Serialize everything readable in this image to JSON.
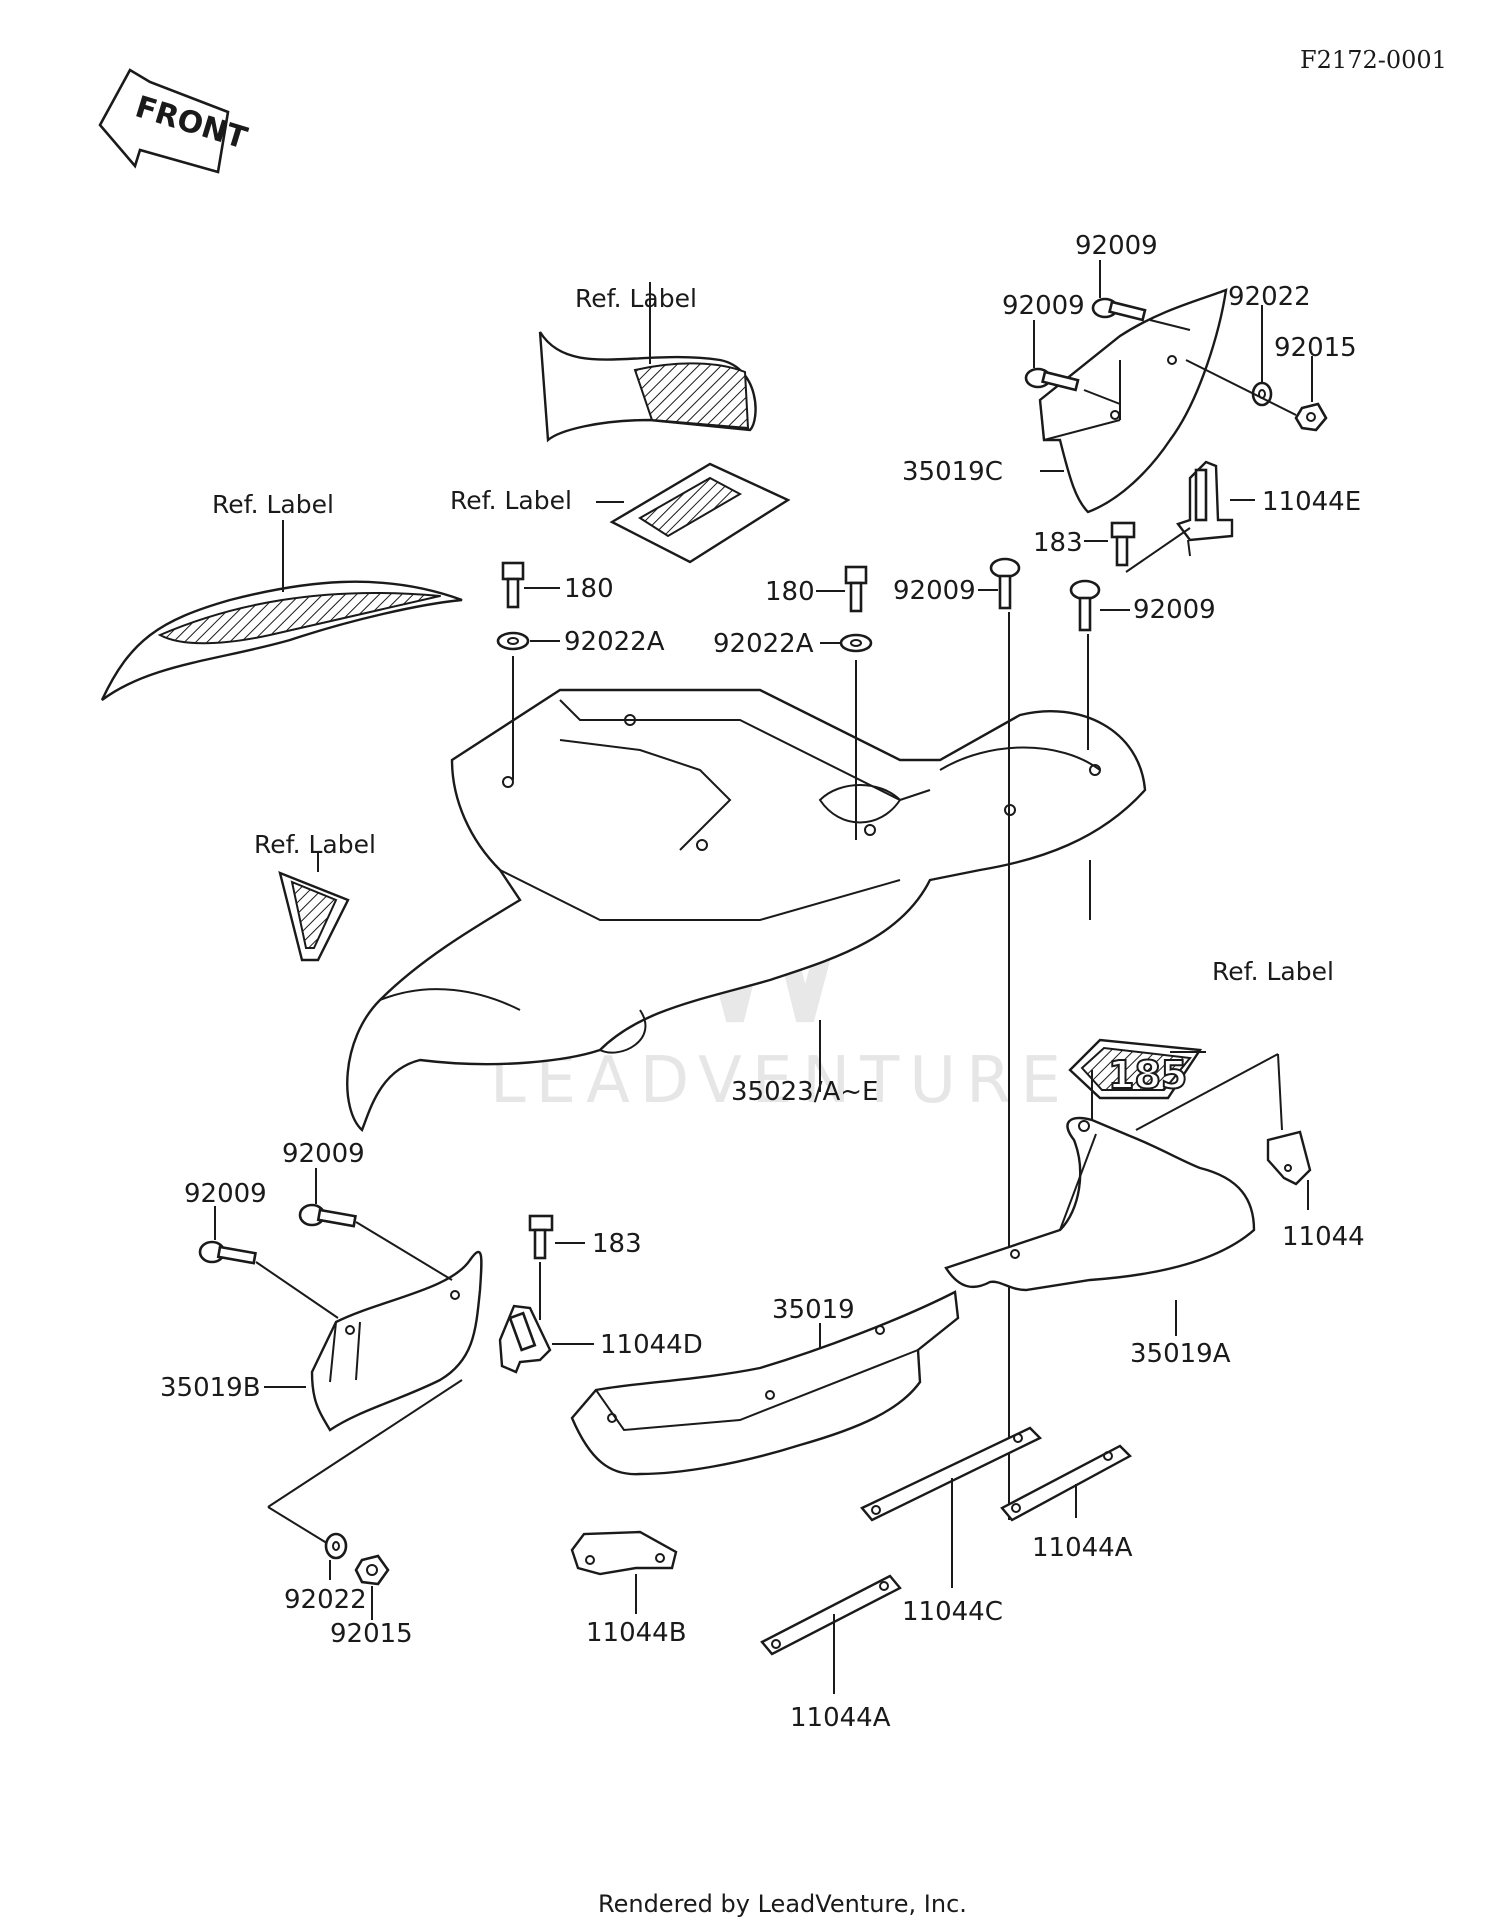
{
  "diagram_code": "F2172-0001",
  "front_arrow_label": "FRONT",
  "watermark": "LEADVENTURE",
  "credit": "Rendered by LeadVenture, Inc.",
  "decal_text": "185",
  "labels": {
    "ref_label_top": "Ref. Label",
    "ref_label_left": "Ref. Label",
    "ref_label_center": "Ref. Label",
    "ref_label_small": "Ref. Label",
    "ref_label_decal": "Ref. Label",
    "p92009_a": "92009",
    "p92009_b": "92009",
    "p92022_a": "92022",
    "p92015_a": "92015",
    "p35019C": "35019C",
    "p11044E": "11044E",
    "p183_a": "183",
    "p180_a": "180",
    "p180_b": "180",
    "p92022A_a": "92022A",
    "p92022A_b": "92022A",
    "p92009_c": "92009",
    "p92009_d": "92009",
    "p35023": "35023/A~E",
    "p92009_e": "92009",
    "p92009_f": "92009",
    "p183_b": "183",
    "p11044D": "11044D",
    "p35019B": "35019B",
    "p35019": "35019",
    "p35019A": "35019A",
    "p11044": "11044",
    "p92022_b": "92022",
    "p92015_b": "92015",
    "p11044B": "11044B",
    "p11044C": "11044C",
    "p11044A_a": "11044A",
    "p11044A_b": "11044A"
  }
}
